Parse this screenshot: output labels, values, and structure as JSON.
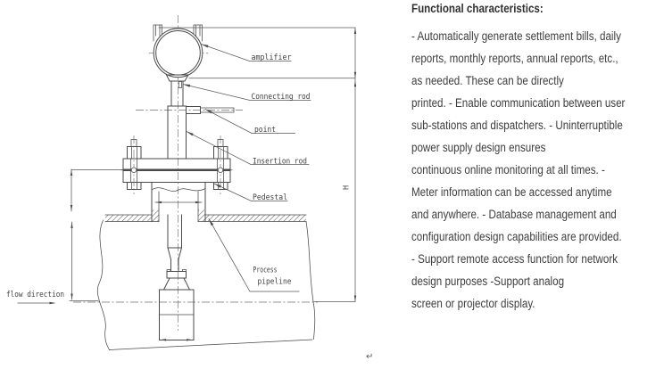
{
  "diagram": {
    "labels": {
      "amplifier": "amplifier",
      "connecting_rod": "Connecting rod",
      "point": "point",
      "insertion_rod": "Insertion rod",
      "pedestal": "Pedestal",
      "process_line1": "Process",
      "process_line2": "pipeline",
      "flow_direction": "flow direction",
      "height_dim": "H",
      "return_mark": "↵"
    }
  },
  "panel": {
    "heading": "Functional characteristics:",
    "lines": [
      "- Automatically generate settlement bills, daily",
      "reports, monthly reports, annual reports, etc.,",
      "as needed. These can be directly",
      "printed. - Enable communication between user",
      "sub-stations and dispatchers. - Uninterruptible",
      "power supply design ensures",
      "continuous online monitoring at all times. -",
      "Meter information can be accessed anytime",
      "and anywhere. - Database management and",
      "configuration design capabilities are provided.",
      "- Support remote access function for network",
      "design purposes -Support analog",
      "screen or projector display."
    ]
  },
  "colors": {
    "line": "#4a4a4a",
    "label_text": "#3f3f3f",
    "body_text": "#3d3d3d",
    "heading_text": "#303030"
  }
}
